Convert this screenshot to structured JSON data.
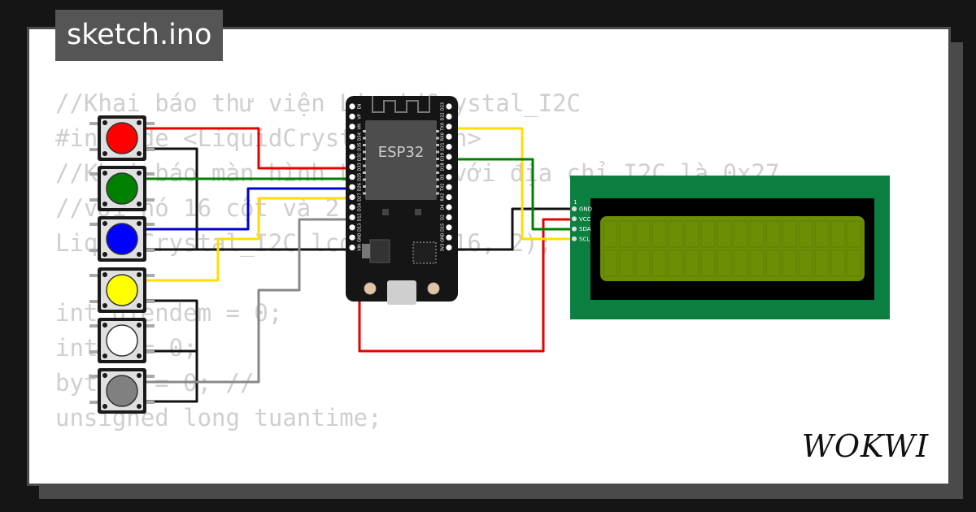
{
  "sketch": {
    "title": "sketch.ino"
  },
  "code_lines": [
    "//Khai báo thư viện LiquidCrystal_I2C",
    "#include <LiquidCrystal_I2C.h>",
    "//Khai báo màn hình LCD gắn với địa chỉ I2C là 0x27",
    "//với nó 16 cột và 2 hàng",
    "LiquidCrystal_I2C lcd(0x27, 16, 2);",
    "",
    "int diendem = 0;",
    "int a = 0;",
    "byte c = 0; //",
    "unsigned long tuantime;"
  ],
  "esp32": {
    "label": "ESP32",
    "left_pins": [
      "EN",
      "VP",
      "VN",
      "D34",
      "D35",
      "D32",
      "D33",
      "D25",
      "D26",
      "D27",
      "D14",
      "D12",
      "D13",
      "GND",
      "VIN"
    ],
    "right_pins": [
      "D23",
      "D22",
      "TX0",
      "RX0",
      "D21",
      "D19",
      "D18",
      "D5",
      "TX2",
      "RX2",
      "D4",
      "D2",
      "D15",
      "GND",
      "3V3"
    ]
  },
  "lcd": {
    "pin_index": "1",
    "pins": [
      "GND",
      "VCC",
      "SDA",
      "SCL"
    ]
  },
  "buttons": [
    {
      "color_name": "red",
      "color": "#ff0000"
    },
    {
      "color_name": "green",
      "color": "#008000"
    },
    {
      "color_name": "blue",
      "color": "#0000ff"
    },
    {
      "color_name": "yellow",
      "color": "#ffff00"
    },
    {
      "color_name": "white",
      "color": "#ffffff"
    },
    {
      "color_name": "gray",
      "color": "#808080"
    }
  ],
  "brand": {
    "logo": "WOKWI"
  },
  "colors": {
    "background": "#151515",
    "card": "#ffffff",
    "tab": "#555555",
    "lcd_pcb": "#0b7f3f",
    "lcd_screen": "#6b8e05",
    "wire_red": "#e60000",
    "wire_green": "#008000",
    "wire_blue": "#0000cc",
    "wire_yellow": "#ffdd00",
    "wire_black": "#111111",
    "wire_gray": "#888888"
  }
}
